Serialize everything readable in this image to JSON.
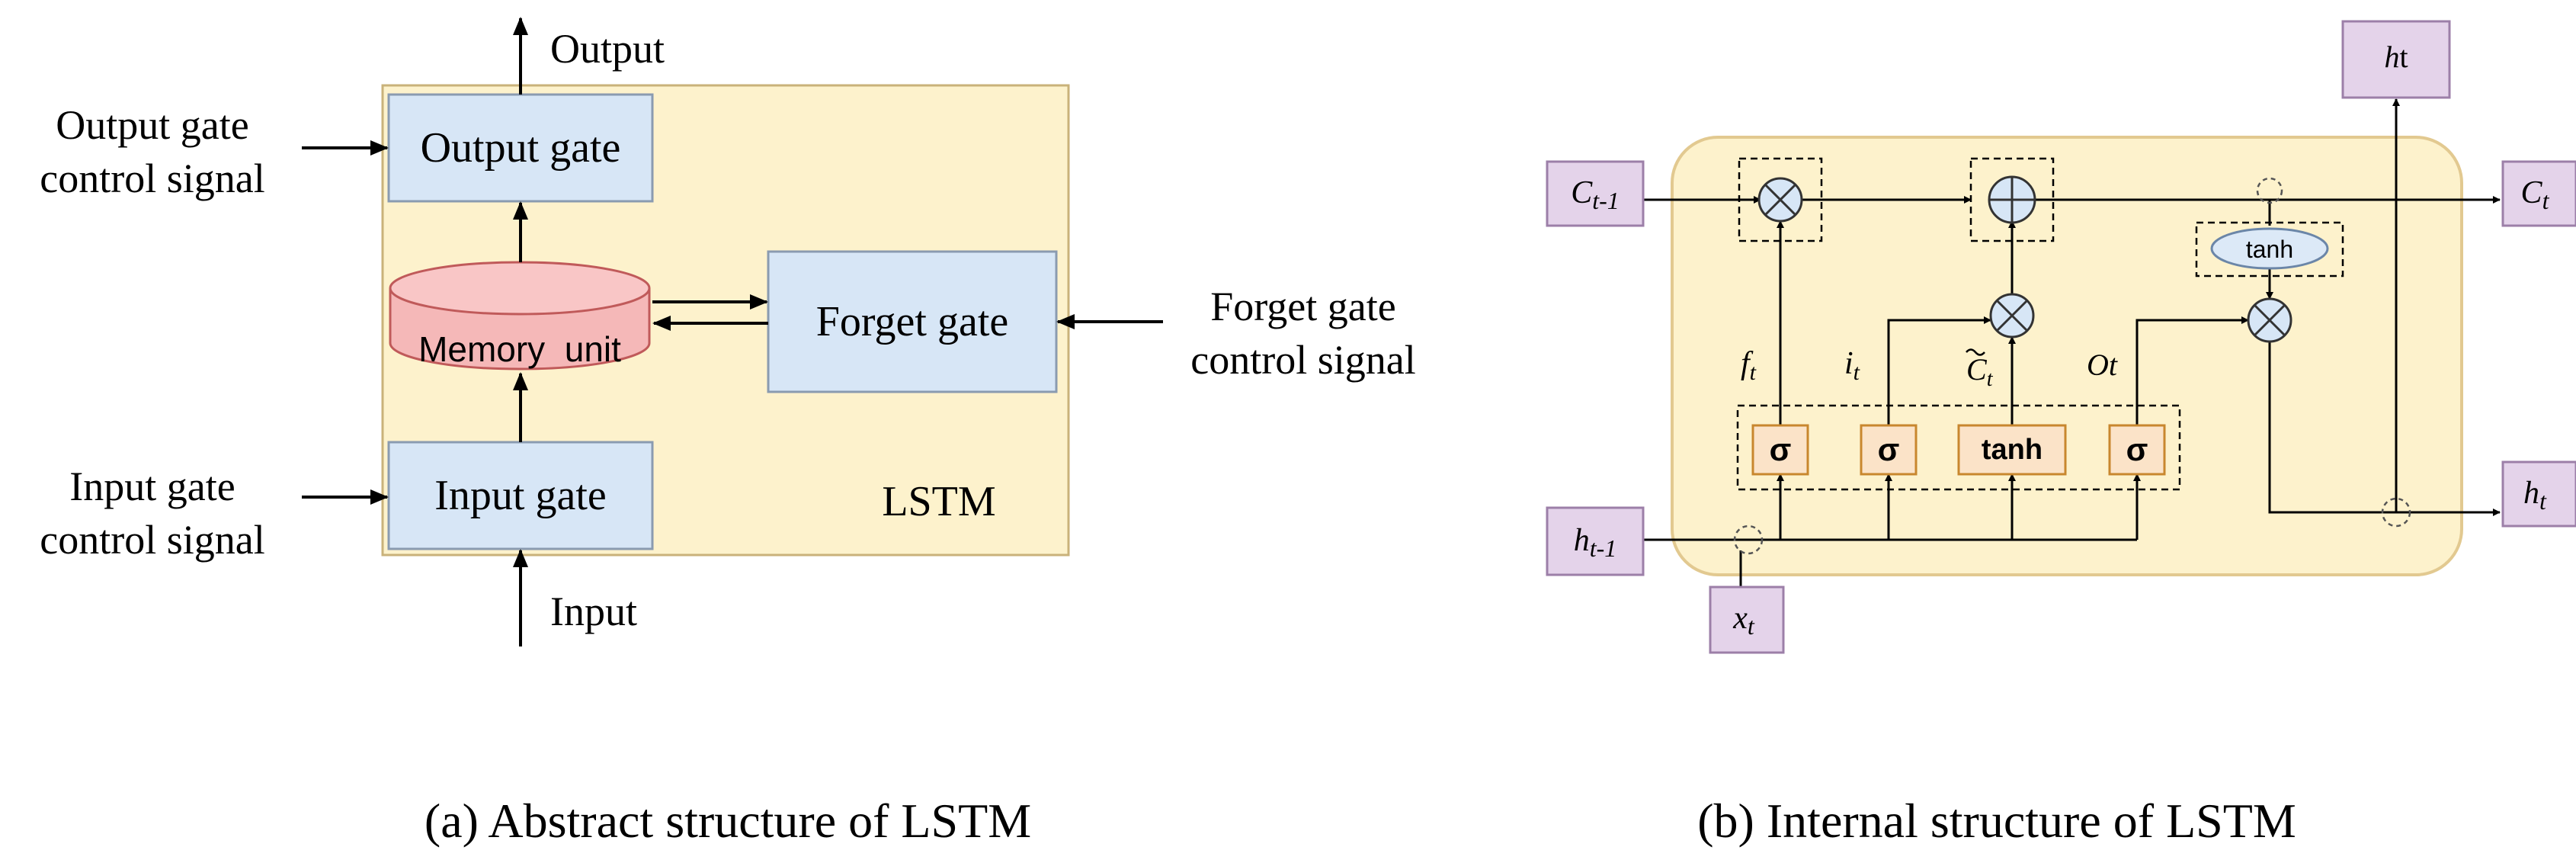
{
  "panel_a": {
    "output_label": "Output",
    "input_label": "Input",
    "output_gate": "Output gate",
    "input_gate": "Input gate",
    "forget_gate": "Forget gate",
    "memory_unit": "Memory  unit",
    "lstm_label": "LSTM",
    "output_gate_signal_line1": "Output gate",
    "output_gate_signal_line2": "control signal",
    "input_gate_signal_line1": "Input gate",
    "input_gate_signal_line2": "control signal",
    "forget_gate_signal_line1": "Forget gate",
    "forget_gate_signal_line2": "control signal",
    "caption": "(a) Abstract structure of LSTM"
  },
  "panel_b": {
    "c_prev": {
      "base": "C",
      "sub": "t-1"
    },
    "c_t": {
      "base": "C",
      "sub": "t"
    },
    "h_prev": {
      "base": "h",
      "sub": "t-1"
    },
    "h_t_right": {
      "base": "h",
      "sub": "t"
    },
    "h_t_top": {
      "base": "h",
      "rest": "t"
    },
    "x_t": {
      "base": "x",
      "sub": "t"
    },
    "f_t": {
      "base": "f",
      "sub": "t"
    },
    "i_t": {
      "base": "i",
      "sub": "t"
    },
    "c_tilde": {
      "base": "C",
      "sub": "t"
    },
    "o_t": "Ot",
    "sigma": "σ",
    "tanh": "tanh",
    "caption": "(b) Internal structure of LSTM"
  },
  "colors": {
    "panel_fill": "#fdf2cc",
    "panel_border": "#e2c990",
    "gate_fill": "#d7e6f6",
    "gate_border": "#8a9bb0",
    "memory_fill": "#f5b8b8",
    "memory_border": "#c05a5a",
    "io_fill": "#e4d3ea",
    "io_border": "#9c7fa8",
    "activation_fill": "#fbe3c8",
    "activation_border": "#c8872e",
    "ellipse_fill": "#dce9f7",
    "ellipse_border": "#6b86a8"
  }
}
